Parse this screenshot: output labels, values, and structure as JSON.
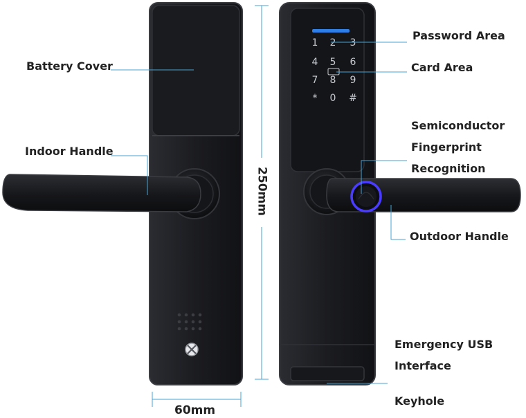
{
  "labels": {
    "battery_cover": "Battery Cover",
    "indoor_handle": "Indoor Handle",
    "password_area": "Password Area",
    "card_area": "Card Area",
    "fingerprint_line1": "Semiconductor",
    "fingerprint_line2": "Fingerprint",
    "fingerprint_line3": "Recognition",
    "outdoor_handle": "Outdoor Handle",
    "usb_line1": "Emergency USB",
    "usb_line2": "Interface",
    "keyhole": "Keyhole"
  },
  "dimensions": {
    "height": "250mm",
    "width": "60mm"
  },
  "keypad": {
    "keys": [
      "1",
      "2",
      "3",
      "4",
      "5",
      "6",
      "7",
      "8",
      "9",
      "*",
      "0",
      "#"
    ]
  },
  "colors": {
    "body": "#1c1d20",
    "body_edge": "#3a3c42",
    "callout_line": "#4aa3d6",
    "key_text": "#c8ccd2",
    "led": "#2f7fe8",
    "fingerprint_ring": "#4a3cff"
  }
}
